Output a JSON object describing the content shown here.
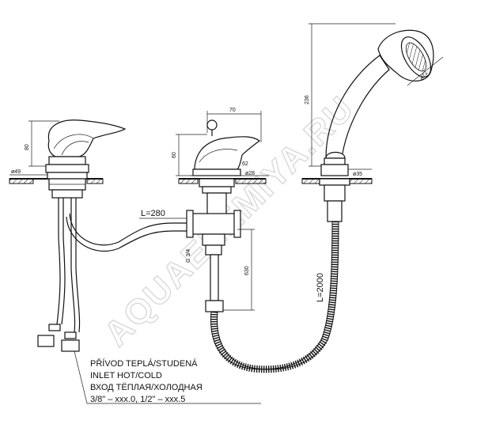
{
  "watermark": "AQUAELEMIYA.RU",
  "dimensions": {
    "basin_height": "80",
    "basin_diameter": "ø49",
    "mixer_width": "70",
    "mixer_height": "60",
    "spout_dim": "62",
    "mixer_diameter": "ø28",
    "shower_height": "236",
    "shower_diameter": "ø72",
    "holder_diameter": "ø35",
    "hose_length_a": "L=280",
    "thread": "G 3/4",
    "pipe_length": "630",
    "hose_length_b": "L=2000"
  },
  "note": {
    "line1": "PŘÍVOD TEPLÁ/STUDENÁ",
    "line2": "INLET HOT/COLD",
    "line3": "ВХОД ТЁПЛАЯ/ХОЛОДНАЯ",
    "line4": "3/8\" – xxx.0, 1/2\" – xxx.5"
  }
}
